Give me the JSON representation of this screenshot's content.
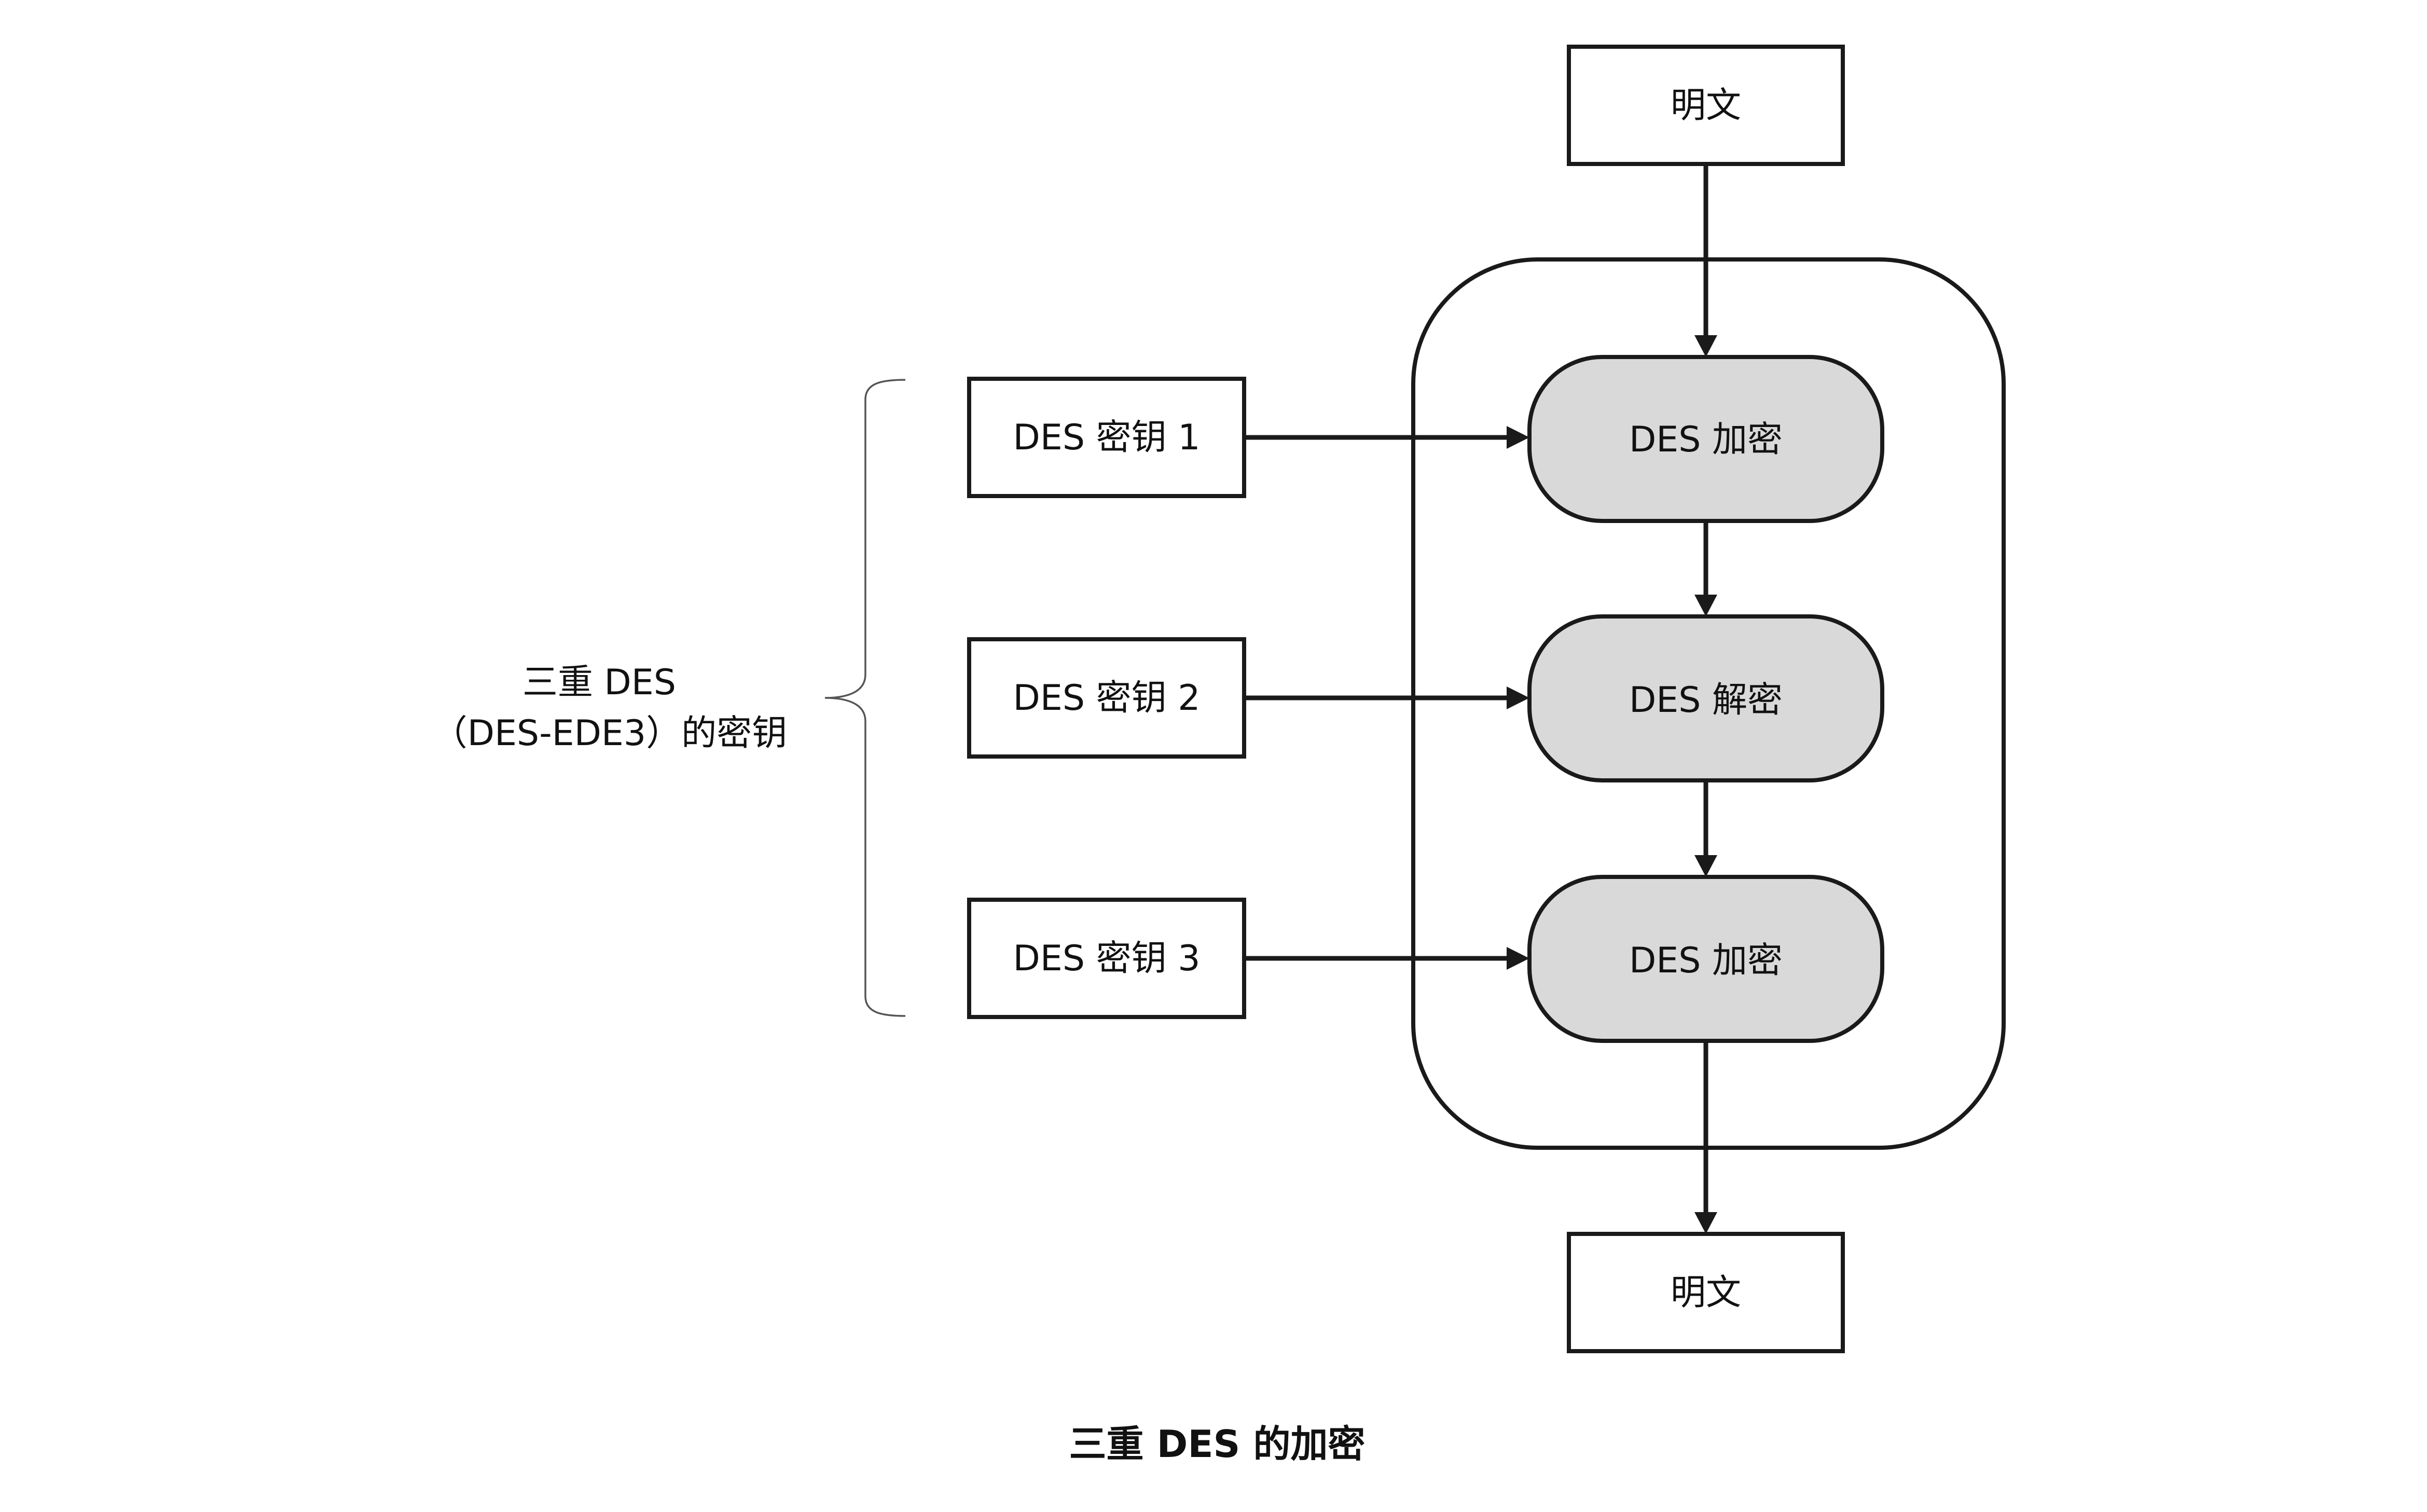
{
  "nodes": {
    "plaintext_in": "明文",
    "plaintext_out": "明文",
    "enc1": "DES 加密",
    "dec2": "DES 解密",
    "enc3": "DES 加密",
    "key1": "DES 密钥 1",
    "key2": "DES 密钥 2",
    "key3": "DES 密钥 3"
  },
  "side_label": {
    "line1": "三重 DES",
    "line2": "（DES-EDE3）的密钥"
  },
  "caption": "三重 DES 的加密"
}
